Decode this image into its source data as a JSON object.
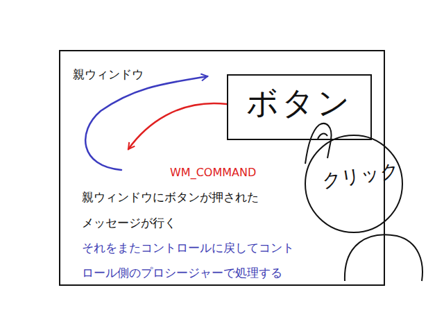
{
  "diagram": {
    "nodes": [
      {
        "text": [
          "親ウィンドウ"
        ]
      },
      {
        "text": [
          "ボタン"
        ],
        "in": 0
      }
    ],
    "edges": [
      {
        "from": 1,
        "to": 0,
        "arrow": "to"
      },
      {
        "from": 0,
        "to": 1,
        "arrow": "to"
      }
    ],
    "labels": [
      "WM_COMMAND",
      "親ウィンドウにボタンが押された メッセージが行く",
      "それをまたコントロールに戻してコント ロール側のプロシージャーで処理する",
      "クリック"
    ]
  }
}
